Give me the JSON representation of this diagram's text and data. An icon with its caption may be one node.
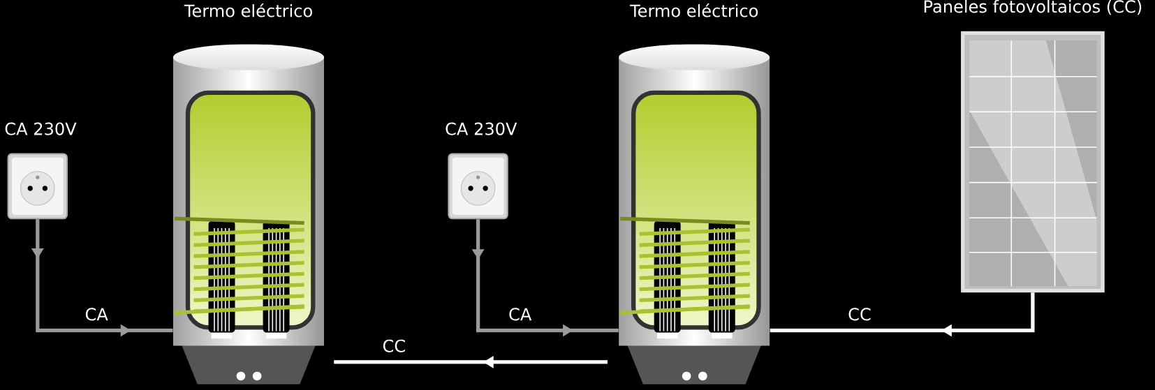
{
  "diagram": {
    "nodes": [
      {
        "text": [
          "Termo eléctrico"
        ]
      },
      {
        "text": [
          "Termo eléctrico"
        ]
      },
      {
        "text": [
          "Paneles fotovoltaicos (CC)"
        ]
      },
      {
        "text": [
          "CA 230V"
        ]
      },
      {
        "text": [
          "CA 230V"
        ]
      }
    ],
    "edges": [
      {
        "from": 3,
        "to": 0,
        "arrow": "to",
        "label": "CA",
        "color": "#9a9a9a"
      },
      {
        "from": 4,
        "to": 1,
        "arrow": "to",
        "label": "CA",
        "color": "#9a9a9a"
      },
      {
        "from": 2,
        "to": 1,
        "arrow": "to",
        "label": "CC",
        "color": "#ffffff"
      },
      {
        "from": 1,
        "to": 0,
        "arrow": "to",
        "label": "CC",
        "color": "#ffffff"
      }
    ]
  }
}
